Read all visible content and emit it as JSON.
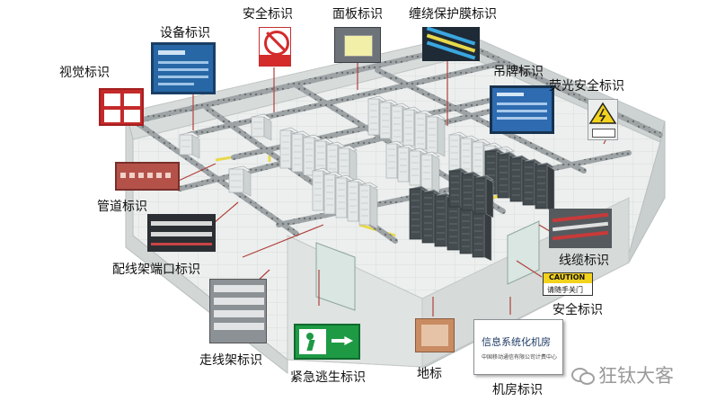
{
  "labels": {
    "visual": "视觉标识",
    "equipment": "设备标识",
    "safety_top": "安全标识",
    "panel": "面板标识",
    "cable_film": "缠绕保护膜标识",
    "hanging": "吊牌标识",
    "fluorescent": "荧光安全标识",
    "pipe": "管道标识",
    "patch_port": "配线架端口标识",
    "cable_rack": "走线架标识",
    "emergency": "紧急逃生标识",
    "floor": "地标",
    "room": "机房标识",
    "safety_right": "安全标识",
    "cable": "线缆标识"
  },
  "signs": {
    "caution_word": "CAUTION",
    "caution_sub": "请随手关门",
    "room_sign_title": "信息系统化机房",
    "room_sign_sub": "中国移动通信有限公司计费中心"
  },
  "watermark": "狂钛大客",
  "colors": {
    "wall": "#d4d9d8",
    "floor": "#ebeeed",
    "rack_dark": "#454c50",
    "rack_light": "#e4e8e8",
    "tray": "#8a8f93",
    "leader": "#b0403a",
    "exit_green": "#1e9a45"
  }
}
